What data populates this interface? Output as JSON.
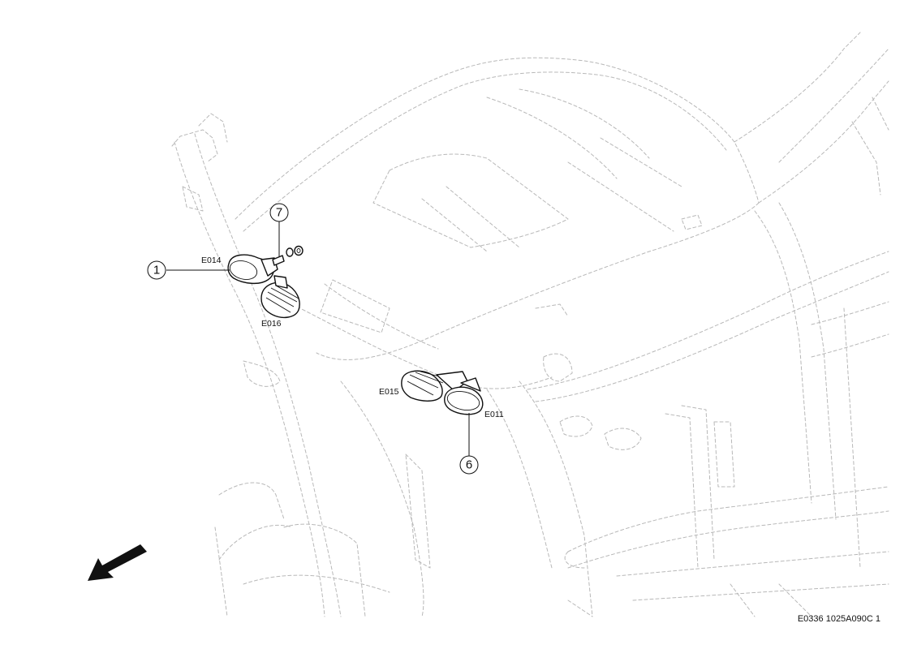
{
  "diagram": {
    "callouts": [
      {
        "id": "callout-1",
        "number": "1"
      },
      {
        "id": "callout-6",
        "number": "6"
      },
      {
        "id": "callout-7",
        "number": "7"
      }
    ],
    "part_codes": {
      "left_upper_lamp": "E014",
      "left_lower_lamp": "E016",
      "right_inner_lamp": "E015",
      "right_outer_lamp": "E011"
    },
    "reference": "E0336 1025A090C 1",
    "direction_indicator": "front-arrow-icon",
    "colors": {
      "ink": "#111111",
      "ghost": "#b8b8b8",
      "background": "#ffffff"
    }
  }
}
